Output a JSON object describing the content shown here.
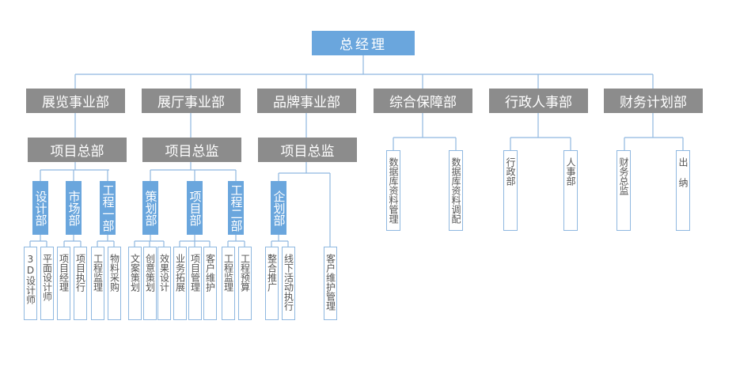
{
  "top": "总经理",
  "divisions": [
    "展览事业部",
    "展厅事业部",
    "品牌事业部",
    "综合保障部",
    "行政人事部",
    "财务计划部"
  ],
  "subs": [
    "项目总部",
    "项目总监",
    "项目总监"
  ],
  "departments": [
    "设计部",
    "市场部",
    "工程一部",
    "策划部",
    "项目部",
    "工程二部",
    "企划部"
  ],
  "leaves": {
    "design": [
      "3D设计师",
      "平面设计师"
    ],
    "market": [
      "项目经理",
      "项目执行"
    ],
    "eng1": [
      "工程监理",
      "物料采购"
    ],
    "plan": [
      "文案策划",
      "创意策划",
      "效果设计"
    ],
    "proj": [
      "业务拓展",
      "项目管理",
      "客户维护"
    ],
    "eng2": [
      "工程监理",
      "工程预算"
    ],
    "qihua": [
      "整合推广",
      "线下活动执行"
    ],
    "brand_extra": "客户维护管理",
    "support": [
      "数据库资料管理",
      "数据库资料调配"
    ],
    "admin": [
      "行政部",
      "人事部"
    ],
    "finance": [
      "财务总监",
      "出纳"
    ]
  }
}
